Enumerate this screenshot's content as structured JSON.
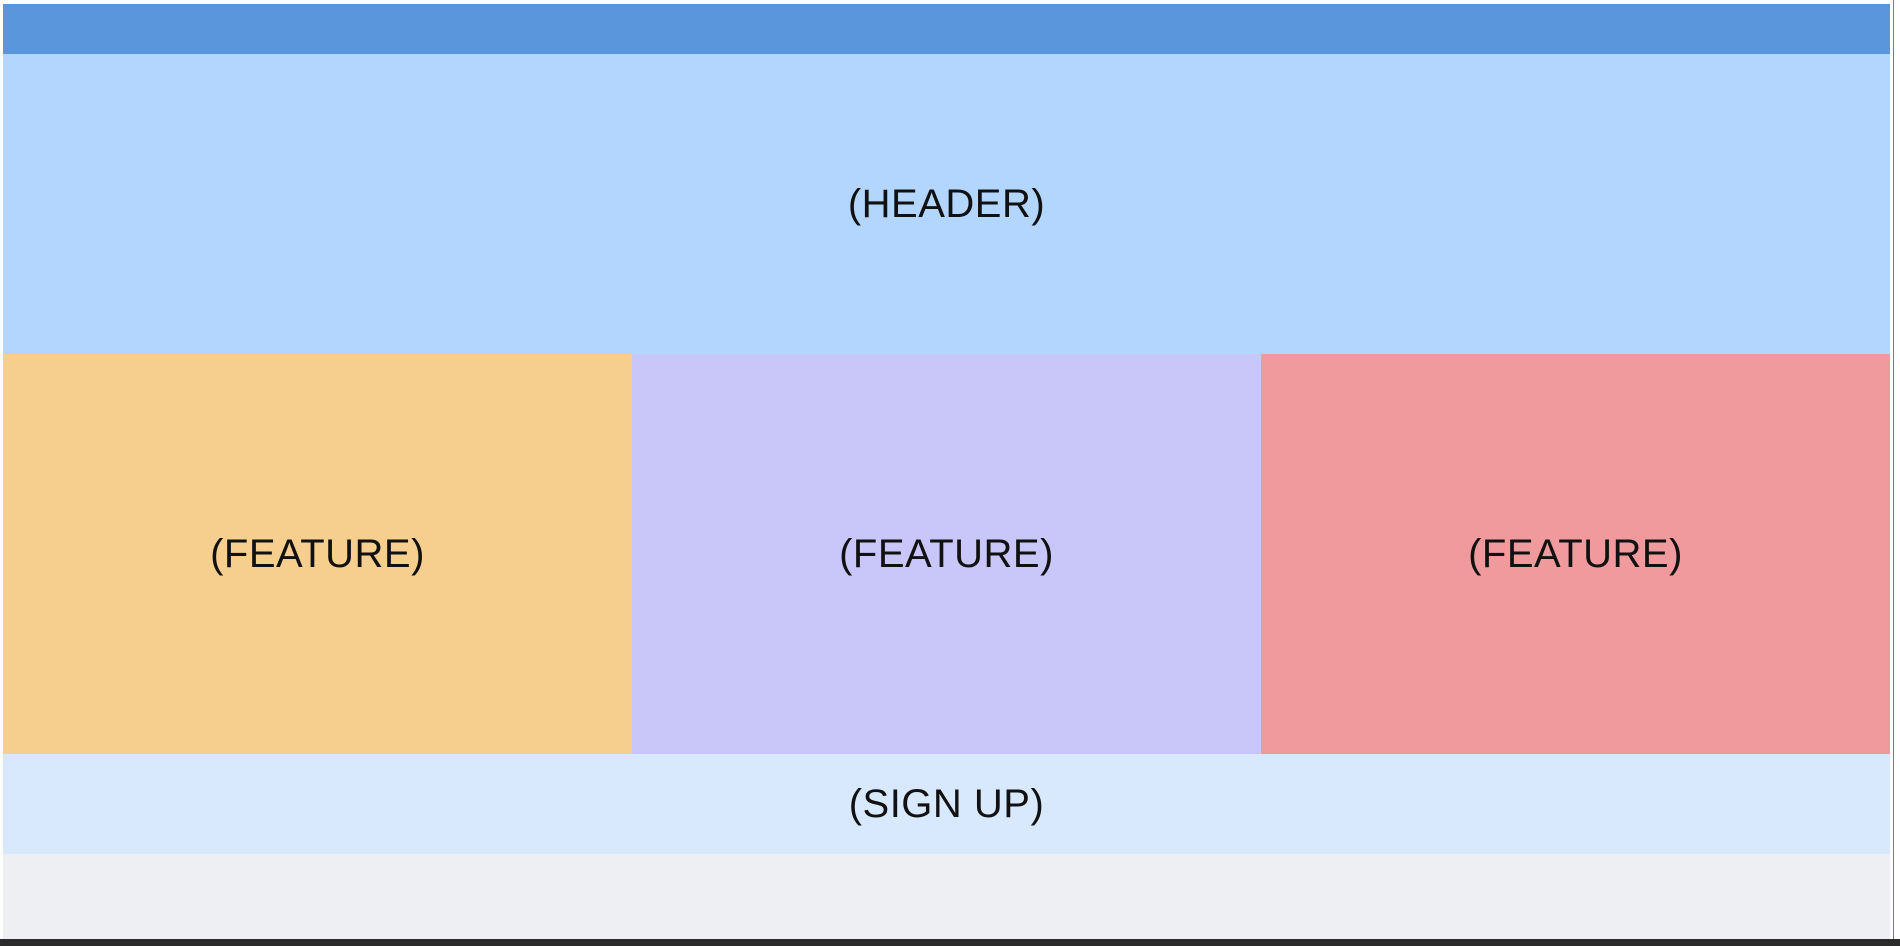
{
  "colors": {
    "topbar": "#5a96db",
    "header": "#b3d6fe",
    "feature_1": "#f6cf8e",
    "feature_2": "#c9c6fa",
    "feature_3": "#f19a9d",
    "signup": "#d8e9fe",
    "footer": "#edeff3"
  },
  "header": {
    "label": "(HEADER)"
  },
  "features": [
    {
      "label": "(FEATURE)"
    },
    {
      "label": "(FEATURE)"
    },
    {
      "label": "(FEATURE)"
    }
  ],
  "signup": {
    "label": "(SIGN UP)"
  }
}
